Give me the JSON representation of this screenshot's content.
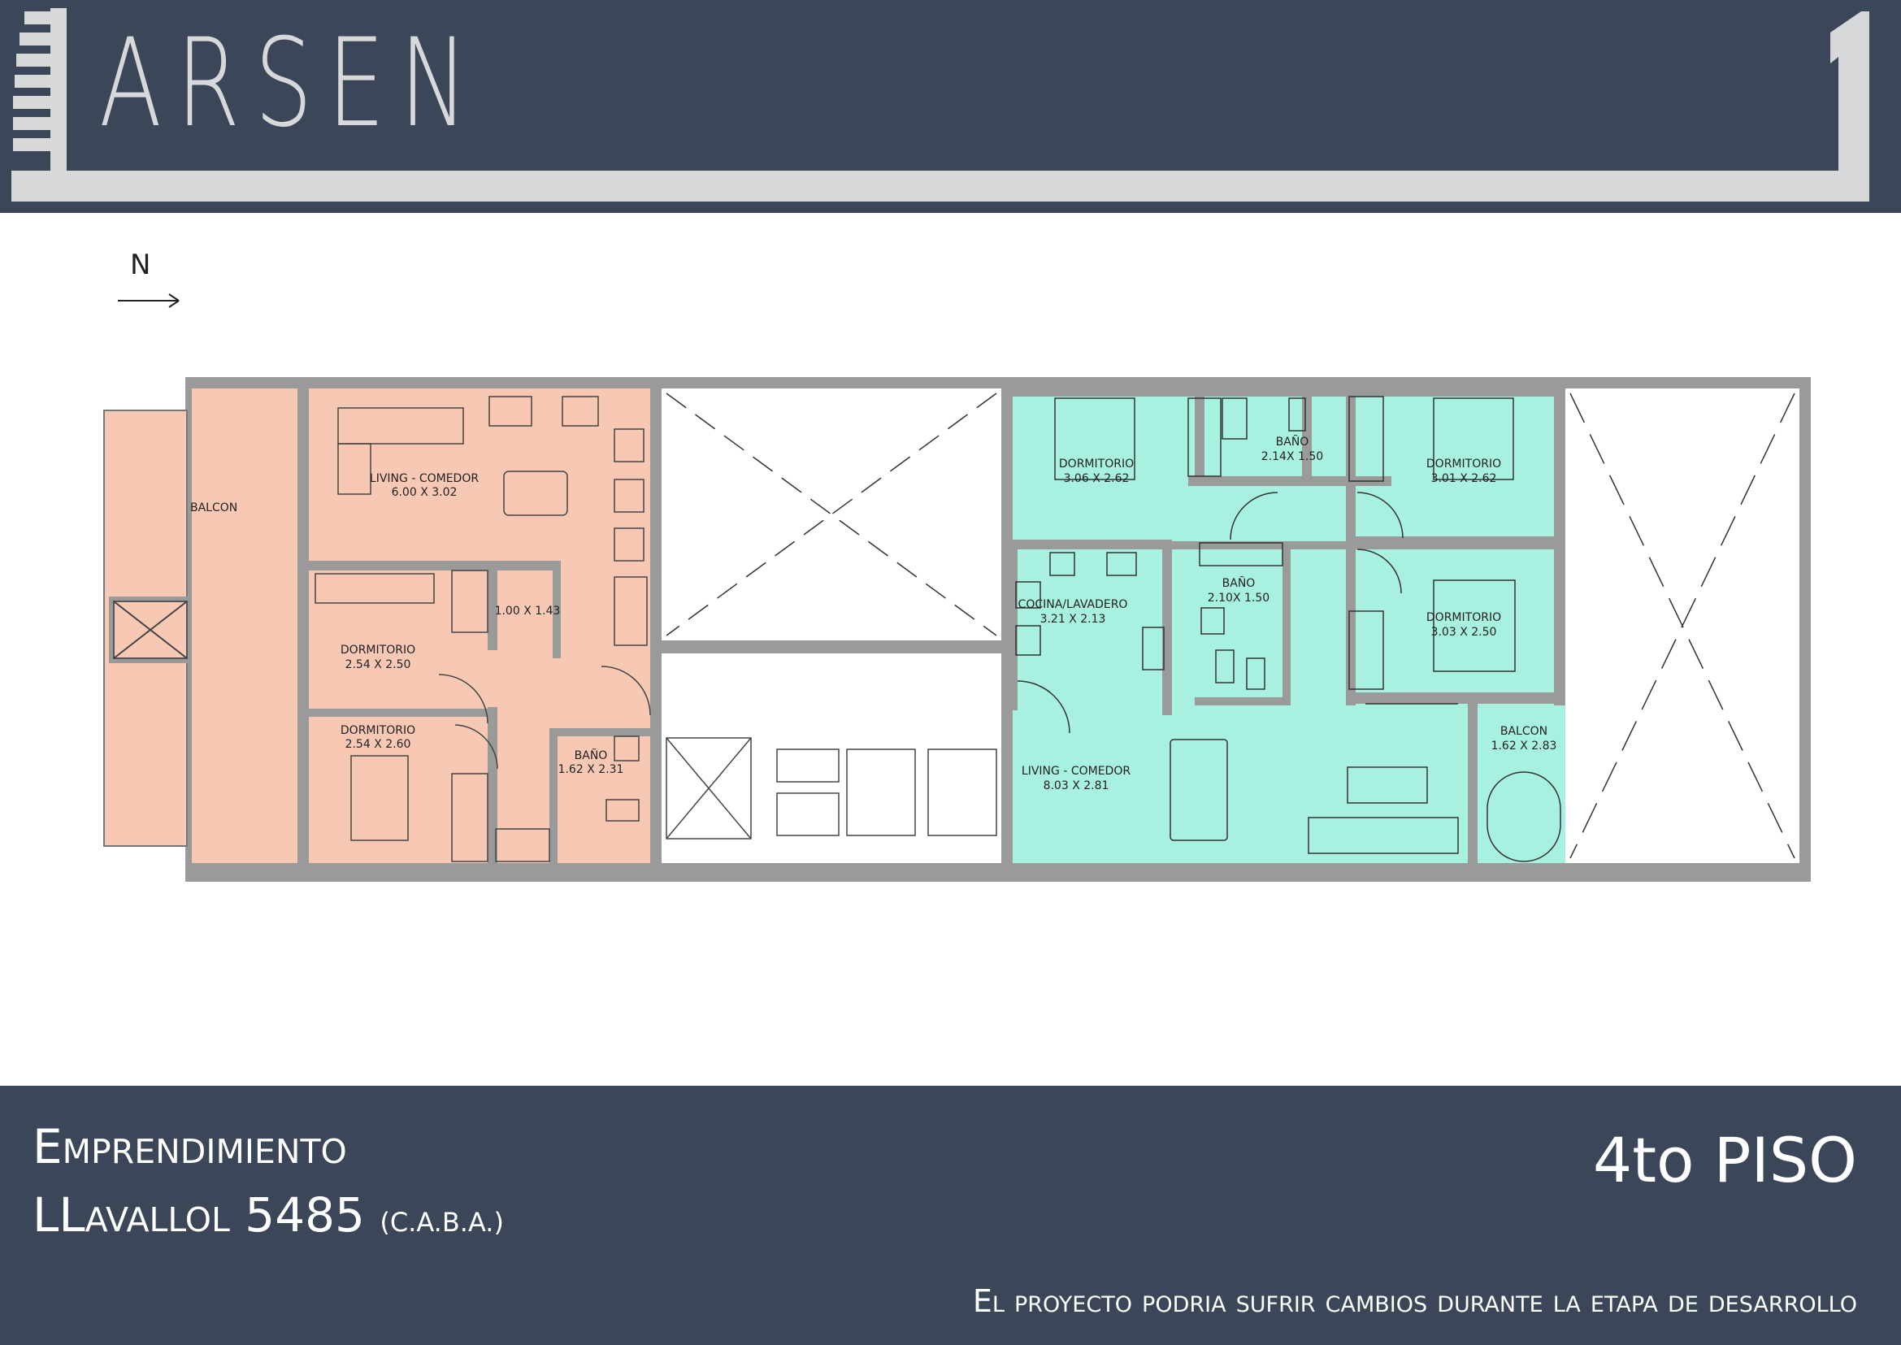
{
  "brand": {
    "name": "ARSEN",
    "number": "1"
  },
  "compass": {
    "label": "N"
  },
  "plan": {
    "unit_a": {
      "color": "#f7c9b5",
      "rooms": [
        {
          "name": "BALCON",
          "dims": ""
        },
        {
          "name": "LIVING - COMEDOR",
          "dims": "6.00 X 3.02"
        },
        {
          "name": "DORMITORIO",
          "dims": "2.54 X 2.50"
        },
        {
          "name": "",
          "dims": "1.00 X 1.43"
        },
        {
          "name": "DORMITORIO",
          "dims": "2.54 X 2.60"
        },
        {
          "name": "BAÑO",
          "dims": "1.62 X 2.31"
        }
      ]
    },
    "unit_b": {
      "color": "#a8f0e0",
      "rooms": [
        {
          "name": "DORMITORIO",
          "dims": "3.06 X 2.62"
        },
        {
          "name": "BAÑO",
          "dims": "2.14X 1.50"
        },
        {
          "name": "DORMITORIO",
          "dims": "3.01 X 2.62"
        },
        {
          "name": "COCINA/LAVADERO",
          "dims": "3.21 X 2.13"
        },
        {
          "name": "BAÑO",
          "dims": "2.10X 1.50"
        },
        {
          "name": "DORMITORIO",
          "dims": "3.03 X 2.50"
        },
        {
          "name": "LIVING - COMEDOR",
          "dims": "8.03 X 2.81"
        },
        {
          "name": "BALCON",
          "dims": "1.62 X 2.83"
        }
      ]
    },
    "wall_color": "#9a9a9a",
    "line_color": "#333333"
  },
  "footer": {
    "title": "Emprendimiento",
    "address": "LLavallol 5485",
    "address_note": "(C.A.B.A.)",
    "floor": "4to PISO",
    "disclaimer": "El proyecto podria sufrir cambios durante la etapa de desarrollo"
  }
}
